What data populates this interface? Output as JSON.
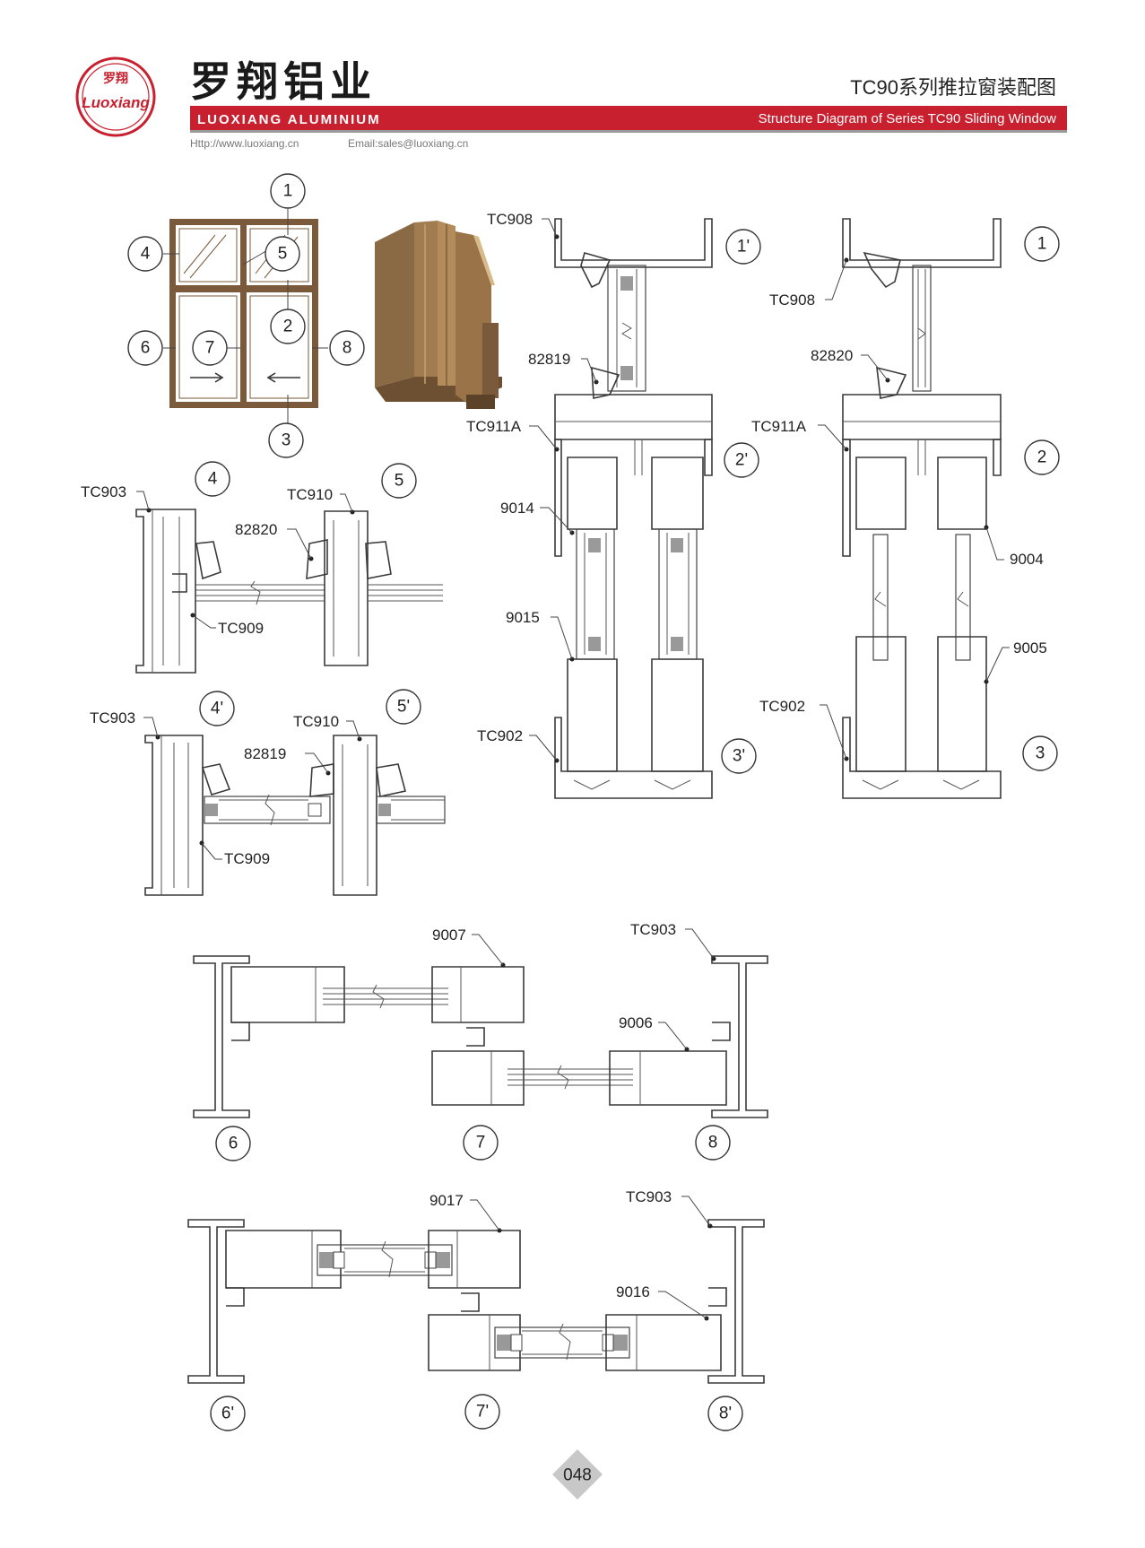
{
  "header": {
    "brand_cn": "罗翔铝业",
    "brand_en": "LUOXIANG ALUMINIUM",
    "logo_cn": "罗翔",
    "logo_script": "Luoxiang",
    "website": "Http://www.luoxiang.cn",
    "email": "Email:sales@luoxiang.cn",
    "title_cn": "TC90系列推拉窗装配图",
    "title_en": "Structure Diagram of Series TC90 Sliding Window"
  },
  "colors": {
    "brand_red": "#c8202f",
    "frame_bronze": "#7a5a3a",
    "profile_bronze": "#8a6a44"
  },
  "elevation": {
    "markers": [
      "1",
      "2",
      "3",
      "4",
      "5",
      "6",
      "7",
      "8"
    ]
  },
  "section_4_5": {
    "markers": [
      "4",
      "5"
    ],
    "labels": [
      "TC903",
      "TC910",
      "82820",
      "TC909"
    ]
  },
  "section_4p_5p": {
    "markers": [
      "4'",
      "5'"
    ],
    "labels": [
      "TC903",
      "TC910",
      "82819",
      "TC909"
    ]
  },
  "vertical_left": {
    "markers": [
      "1'",
      "2'",
      "3'"
    ],
    "labels": [
      "TC908",
      "82819",
      "TC911A",
      "9014",
      "9015",
      "TC902"
    ]
  },
  "vertical_right": {
    "markers": [
      "1",
      "2",
      "3"
    ],
    "labels": [
      "TC908",
      "82820",
      "TC911A",
      "9004",
      "9005",
      "TC902"
    ]
  },
  "horizontal_top": {
    "markers": [
      "6",
      "7",
      "8"
    ],
    "labels": [
      "9007",
      "TC903",
      "9006"
    ]
  },
  "horizontal_bottom": {
    "markers": [
      "6'",
      "7'",
      "8'"
    ],
    "labels": [
      "9017",
      "TC903",
      "9016"
    ]
  },
  "page_number": "048"
}
